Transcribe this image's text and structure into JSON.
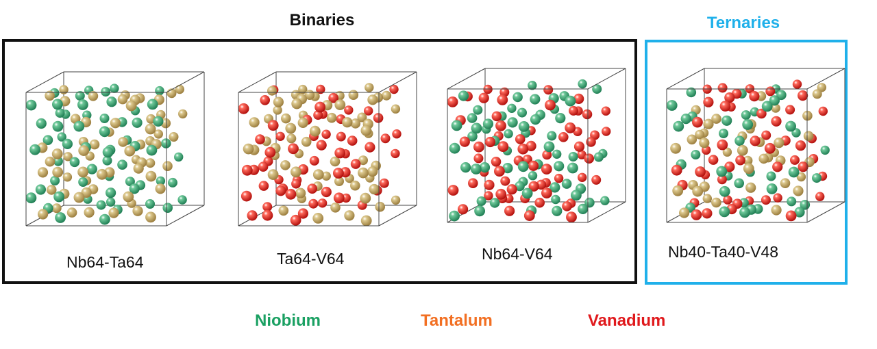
{
  "binaries_title": "Binaries",
  "ternaries_title": "Ternaries",
  "structures": [
    {
      "label": "Nb64-Ta64",
      "elements": [
        "niobium",
        "tantalum"
      ]
    },
    {
      "label": "Ta64-V64",
      "elements": [
        "tantalum",
        "vanadium"
      ]
    },
    {
      "label": "Nb64-V64",
      "elements": [
        "niobium",
        "vanadium"
      ]
    },
    {
      "label": "Nb40-Ta40-V48",
      "elements": [
        "niobium",
        "tantalum",
        "vanadium"
      ]
    }
  ],
  "legend": [
    {
      "key": "niobium",
      "label": "Niobium",
      "color": "#1aa062"
    },
    {
      "key": "tantalum",
      "label": "Tantalum",
      "color": "#f26f22"
    },
    {
      "key": "vanadium",
      "label": "Vanadium",
      "color": "#e0191c"
    }
  ],
  "atom_colors": {
    "niobium": [
      "#6fc99a",
      "#1e7d53"
    ],
    "tantalum": [
      "#ddc98e",
      "#9a7c3c"
    ],
    "vanadium": [
      "#ff6a5c",
      "#b00d0a"
    ]
  },
  "frame_colors": {
    "binaries": "#111111",
    "ternaries": "#1fb0ea",
    "cell_edges": "#444444"
  }
}
